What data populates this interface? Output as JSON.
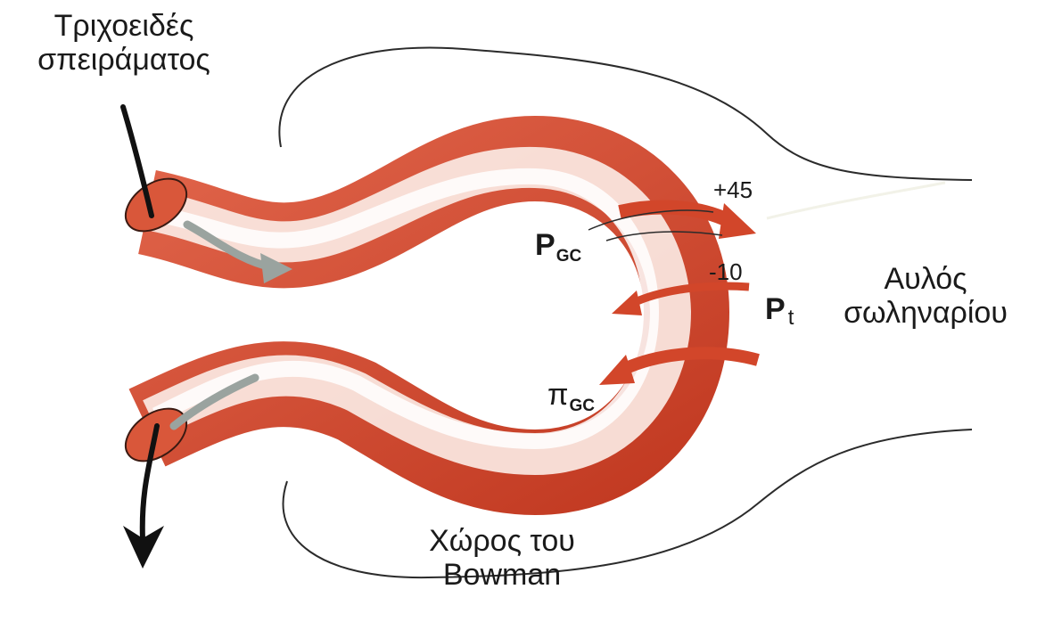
{
  "labels": {
    "capillaries_line1": "Τριχοειδές",
    "capillaries_line2": "σπειράματος",
    "tubule_line1": "Αυλός",
    "tubule_line2": "σωληναρίου",
    "bowman_line1": "Χώρος του",
    "bowman_line2": "Bowman"
  },
  "pressures": {
    "out_value": "+45",
    "in_value": "-10",
    "p_gc_symbol": "P",
    "p_gc_sub": "GC",
    "p_t_symbol": "P",
    "p_t_sub": "t",
    "pi_gc_symbol": "π",
    "pi_gc_sub": "GC"
  },
  "colors": {
    "capillary_fill": "#d24a2c",
    "capillary_highlight": "#fbe9e3",
    "arrow_red": "#d2462a",
    "flow_arrow": "#111111",
    "inner_flow_arrow": "#9aa39f",
    "outline": "#2b2b2b"
  }
}
